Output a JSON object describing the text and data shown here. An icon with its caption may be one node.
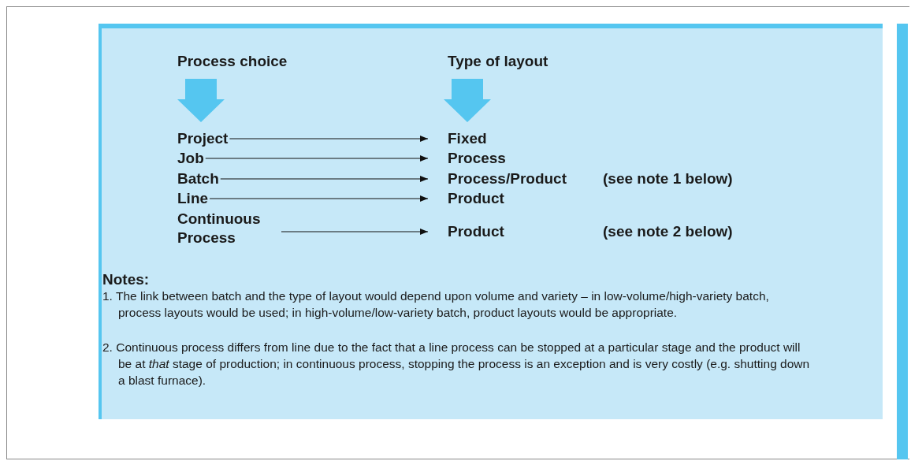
{
  "diagram": {
    "nodes": [
      {
        "text": [
          "Project"
        ]
      },
      {
        "text": [
          "Job"
        ]
      },
      {
        "text": [
          "Batch"
        ]
      },
      {
        "text": [
          "Line"
        ]
      },
      {
        "text": [
          "Continuous Process"
        ]
      },
      {
        "text": [
          "Fixed"
        ]
      },
      {
        "text": [
          "Process"
        ]
      },
      {
        "text": [
          "Process/Product"
        ]
      },
      {
        "text": [
          "Product"
        ]
      },
      {
        "text": [
          "Product"
        ]
      }
    ],
    "edges": [
      {
        "from": 0,
        "to": 5,
        "arrow": "to"
      },
      {
        "from": 1,
        "to": 6,
        "arrow": "to"
      },
      {
        "from": 2,
        "to": 7,
        "arrow": "to"
      },
      {
        "from": 3,
        "to": 8,
        "arrow": "to"
      },
      {
        "from": 4,
        "to": 9,
        "arrow": "to"
      }
    ],
    "labels": [
      "Process choice",
      "Type of layout",
      "(see note 1 below)",
      "(see note 2 below)",
      "Notes:",
      "1. The link between batch and the type of layout would depend upon volume and variety – in low-volume/high-variety batch, process layouts would be used; in high-volume/low-variety batch, product layouts would be appropriate.",
      "2. Continuous process differs from line due to the fact that a line process can be stopped at a particular stage and the product will be at *that* stage of production; in continuous process, stopping the process is an exception and is very costly (e.g. shutting down a blast furnace)."
    ]
  }
}
